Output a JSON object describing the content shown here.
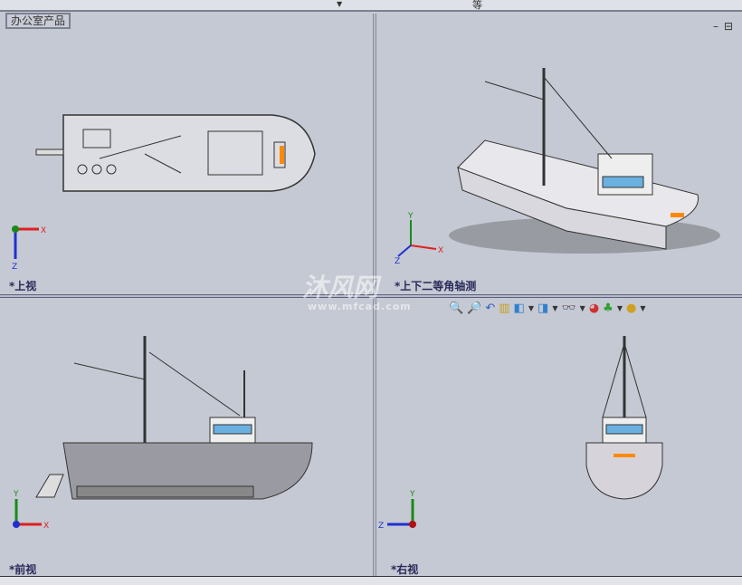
{
  "tab_title": "办公室产品",
  "top_symbol": "等",
  "window_buttons": {
    "minimize": "–",
    "restore": "⊟"
  },
  "viewports": [
    {
      "label": "*上视"
    },
    {
      "label": "*上下二等角轴测"
    },
    {
      "label": "*前视"
    },
    {
      "label": "*右视"
    }
  ],
  "axes": {
    "x": "X",
    "y": "Y",
    "z": "Z"
  },
  "watermark": {
    "text": "沐风网",
    "url": "www.mfcad.com"
  },
  "toolbar_icons": [
    "zoom-to-fit-icon",
    "zoom-to-area-icon",
    "previous-view-icon",
    "section-view-icon",
    "view-orientation-icon",
    "display-style-icon",
    "hide-show-items-icon",
    "edit-appearance-icon",
    "apply-scene-icon",
    "view-settings-icon"
  ],
  "colors": {
    "background": "#c5c9d3",
    "x_axis": "#e02020",
    "y_axis": "#1a8a1a",
    "z_axis": "#2030d0"
  }
}
